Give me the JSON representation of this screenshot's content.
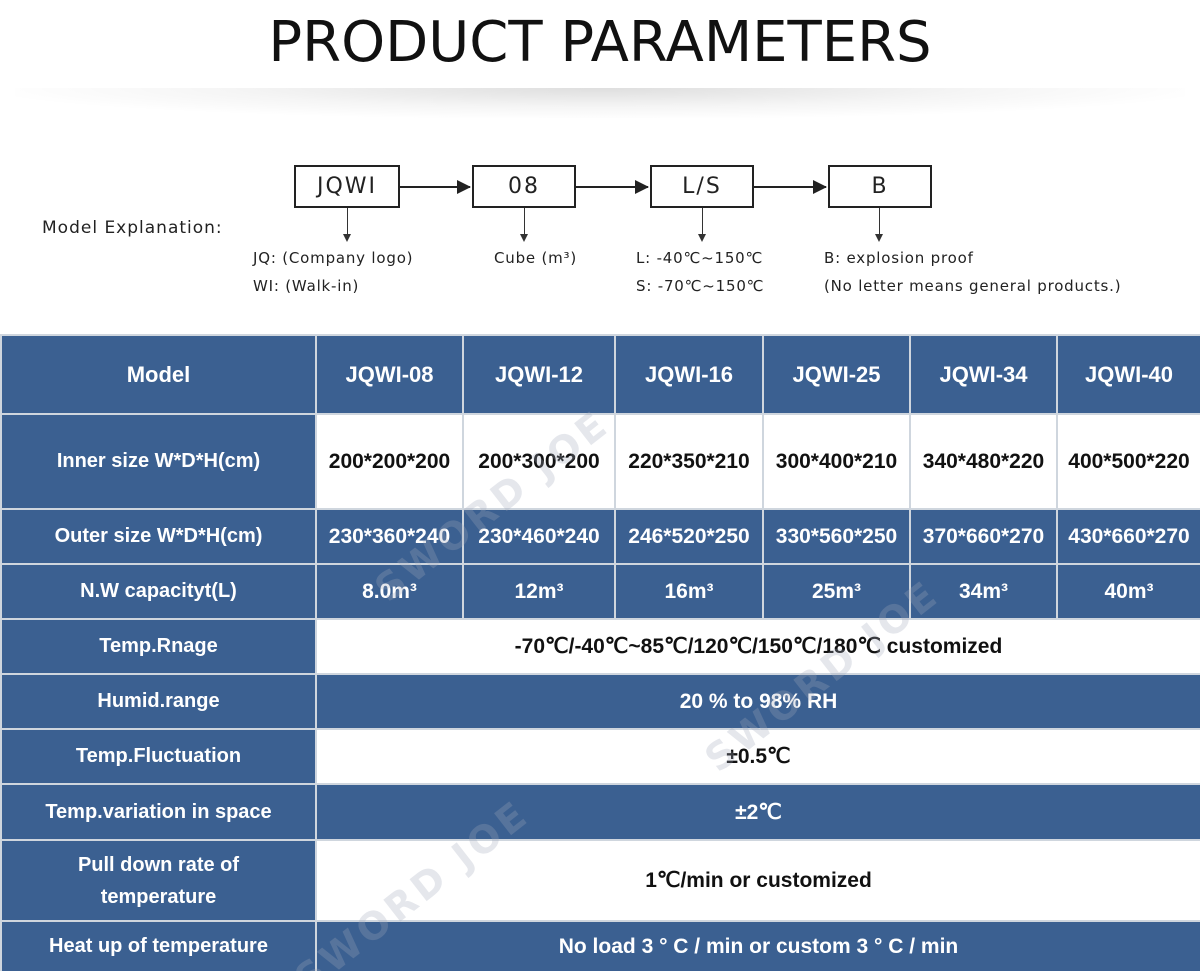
{
  "title": "PRODUCT PARAMETERS",
  "model_explanation": {
    "label": "Model Explanation:",
    "boxes": [
      "JQWI",
      "08",
      "L/S",
      "B"
    ],
    "notes": {
      "jq": "JQ:  (Company logo)",
      "wi": "WI:  (Walk-in)",
      "cube": "Cube (m³)",
      "l": "L: -40℃~150℃",
      "s": "S: -70℃~150℃",
      "b": "B: explosion proof",
      "b2": "(No letter means general products.)"
    }
  },
  "watermark": "SWORD JOE",
  "table": {
    "header": {
      "label": "Model",
      "models": [
        "JQWI-08",
        "JQWI-12",
        "JQWI-16",
        "JQWI-25",
        "JQWI-34",
        "JQWI-40"
      ]
    },
    "inner": {
      "label": "Inner size W*D*H(cm)",
      "values": [
        "200*200*200",
        "200*300*200",
        "220*350*210",
        "300*400*210",
        "340*480*220",
        "400*500*220"
      ]
    },
    "outer": {
      "label": "Outer size W*D*H(cm)",
      "values": [
        "230*360*240",
        "230*460*240",
        "246*520*250",
        "330*560*250",
        "370*660*270",
        "430*660*270"
      ]
    },
    "capacity": {
      "label": "N.W capacityt(L)",
      "values": [
        "8.0m³",
        "12m³",
        "16m³",
        "25m³",
        "34m³",
        "40m³"
      ]
    },
    "temp_range": {
      "label": "Temp.Rnage",
      "value": "-70℃/-40℃~85℃/120℃/150℃/180℃ customized"
    },
    "humid_range": {
      "label": "Humid.range",
      "value": "20 % to 98% RH"
    },
    "temp_fluct": {
      "label": "Temp.Fluctuation",
      "value": "±0.5℃"
    },
    "temp_variation": {
      "label": "Temp.variation in space",
      "value": "±2℃"
    },
    "pull_down": {
      "label": "Pull down rate of temperature",
      "value": "1℃/min or customized"
    },
    "heat_up": {
      "label": "Heat up of temperature",
      "value": "No load 3 ° C / min or custom 3 ° C / min"
    }
  }
}
